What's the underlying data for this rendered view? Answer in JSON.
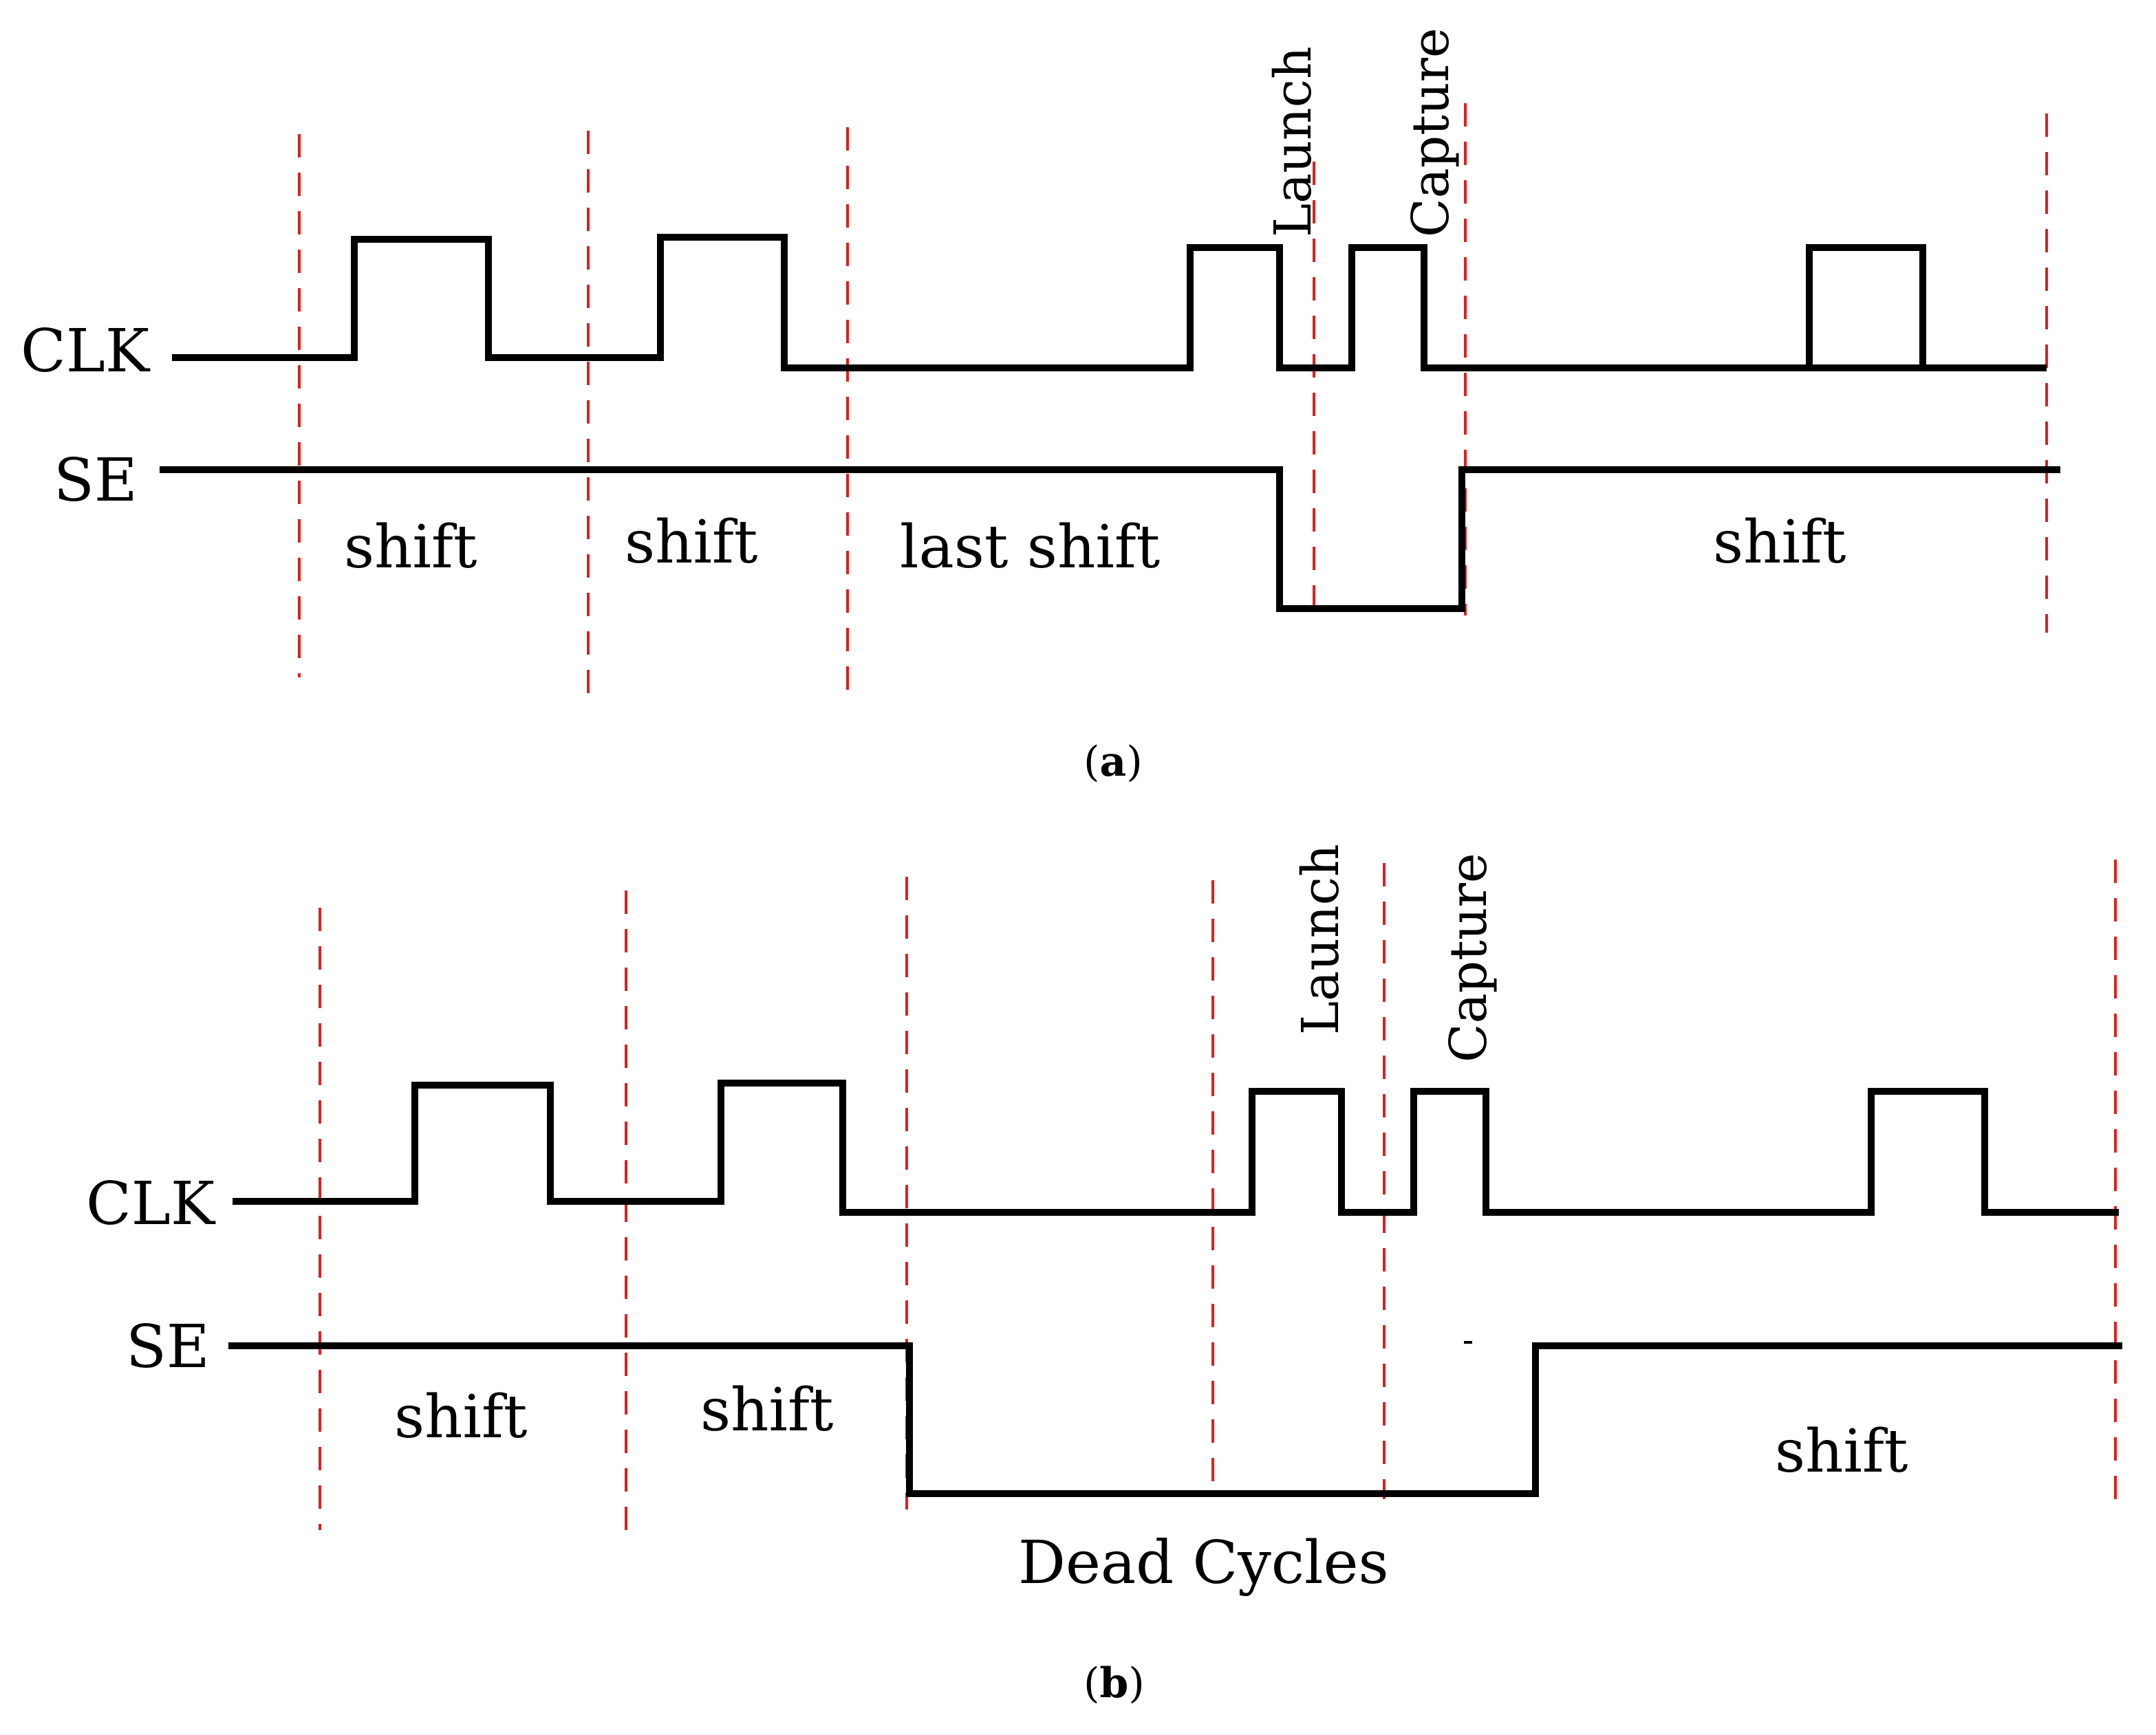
{
  "colors": {
    "waveform": "#000000",
    "divider": "#e01e1e",
    "background": "#ffffff"
  },
  "panel_a": {
    "signals": {
      "clk": "CLK",
      "se": "SE"
    },
    "phases": [
      "shift",
      "shift",
      "last shift",
      "shift"
    ],
    "events": {
      "launch": "Launch",
      "capture": "Capture"
    },
    "caption": {
      "open": "(",
      "letter": "a",
      "close": ")"
    }
  },
  "panel_b": {
    "signals": {
      "clk": "CLK",
      "se": "SE"
    },
    "phases": [
      "shift",
      "shift",
      "shift"
    ],
    "dead_cycles": "Dead Cycles",
    "events": {
      "launch": "Launch",
      "capture": "Capture"
    },
    "caption": {
      "open": "(",
      "letter": "b",
      "close": ")"
    }
  }
}
